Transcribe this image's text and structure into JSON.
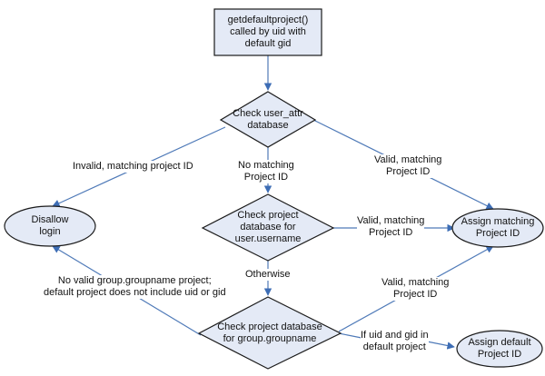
{
  "colors": {
    "node_fill": "#e4eaf6",
    "node_stroke": "#1a1a1a",
    "edge": "#4f7ab8"
  },
  "nodes": {
    "start": {
      "type": "process",
      "lines": [
        "getdefaultproject()",
        "called by uid with",
        "default gid"
      ]
    },
    "check_user_attr": {
      "type": "decision",
      "lines": [
        "Check user_attr",
        "database"
      ]
    },
    "check_username": {
      "type": "decision",
      "lines": [
        "Check project",
        "database for",
        "user.username"
      ]
    },
    "check_groupname": {
      "type": "decision",
      "lines": [
        "Check project database",
        "for group.groupname"
      ]
    },
    "disallow": {
      "type": "terminal",
      "lines": [
        "Disallow",
        "login"
      ]
    },
    "assign_matching": {
      "type": "terminal",
      "lines": [
        "Assign matching",
        "Project ID"
      ]
    },
    "assign_default": {
      "type": "terminal",
      "lines": [
        "Assign default",
        "Project ID"
      ]
    }
  },
  "edges": {
    "invalid": {
      "from": "check_user_attr",
      "to": "disallow",
      "lines": [
        "Invalid, matching project ID"
      ]
    },
    "no_match": {
      "from": "check_user_attr",
      "to": "check_username",
      "lines": [
        "No matching",
        "Project ID"
      ]
    },
    "valid_attr": {
      "from": "check_user_attr",
      "to": "assign_matching",
      "lines": [
        "Valid, matching",
        "Project ID"
      ]
    },
    "valid_username": {
      "from": "check_username",
      "to": "assign_matching",
      "lines": [
        "Valid, matching",
        "Project ID"
      ]
    },
    "otherwise": {
      "from": "check_username",
      "to": "check_groupname",
      "lines": [
        "Otherwise"
      ]
    },
    "valid_group": {
      "from": "check_groupname",
      "to": "assign_matching",
      "lines": [
        "Valid, matching",
        "Project ID"
      ]
    },
    "no_valid_group": {
      "from": "check_groupname",
      "to": "disallow",
      "lines": [
        "No valid group.groupname project;",
        "default project does not include uid or gid"
      ]
    },
    "default_project": {
      "from": "check_groupname",
      "to": "assign_default",
      "lines": [
        "If uid and gid in",
        "default project"
      ]
    },
    "start_to_check": {
      "from": "start",
      "to": "check_user_attr",
      "lines": []
    }
  }
}
